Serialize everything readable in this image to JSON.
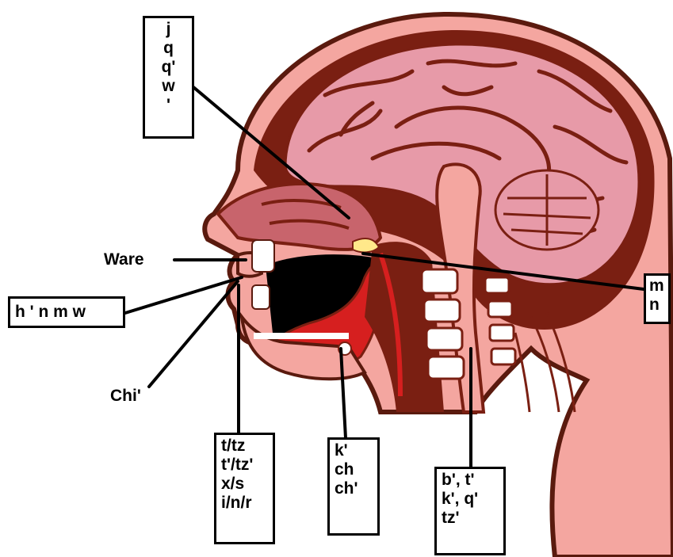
{
  "labels": {
    "top_box": [
      "j",
      "q",
      "q'",
      "w",
      "'"
    ],
    "ware": "Ware",
    "lips_box": "h ' n m w",
    "chi": "Chi'",
    "nasal_box": [
      "m",
      "n"
    ],
    "alveolar_box": [
      "t/tz",
      "t'/tz'",
      "x/s",
      "i/n/r"
    ],
    "velar_box": [
      "k'",
      "ch",
      "ch'"
    ],
    "glottal_box": [
      "b', t'",
      "k', q'",
      "tz'"
    ]
  },
  "colors": {
    "skin": "#f4a6a0",
    "outline": "#5a1a0e",
    "brain": "#e79aa8",
    "tissue_dark": "#7a1f12",
    "nose_cavity": "#c8646c",
    "mouth_cavity": "#000000",
    "tongue_red": "#d61f1f",
    "bone": "#ffffff",
    "line": "#000000"
  }
}
